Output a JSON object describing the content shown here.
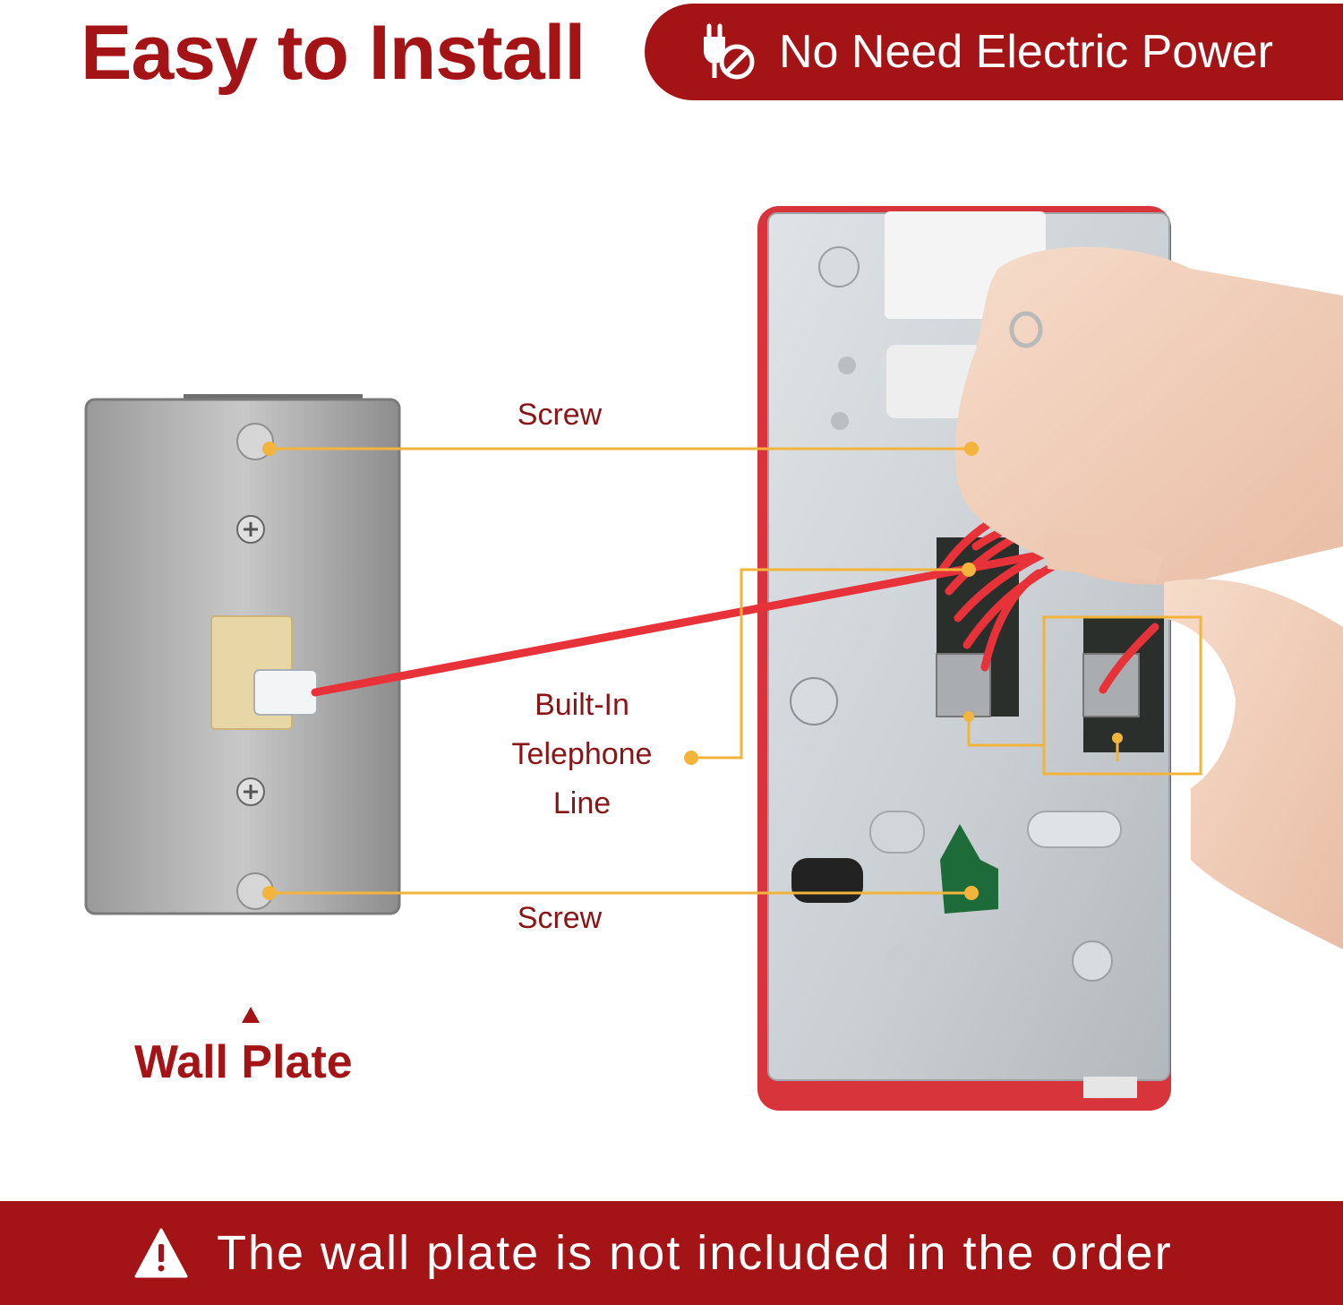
{
  "header": {
    "title": "Easy to Install",
    "badge_text": "No Need Electric Power",
    "badge_icon": "no-plug-icon"
  },
  "callouts": {
    "screw_top": "Screw",
    "screw_bottom": "Screw",
    "line_1": "Built-In",
    "line_2": "Telephone",
    "line_3": "Line"
  },
  "wall_plate_label": "Wall Plate",
  "footer": {
    "warning_icon": "warning-icon",
    "text": "The wall plate is not included in the order"
  },
  "colors": {
    "brand_red": "#a41416",
    "callout_line": "#f3b43c",
    "cable_red": "#e8323a"
  }
}
